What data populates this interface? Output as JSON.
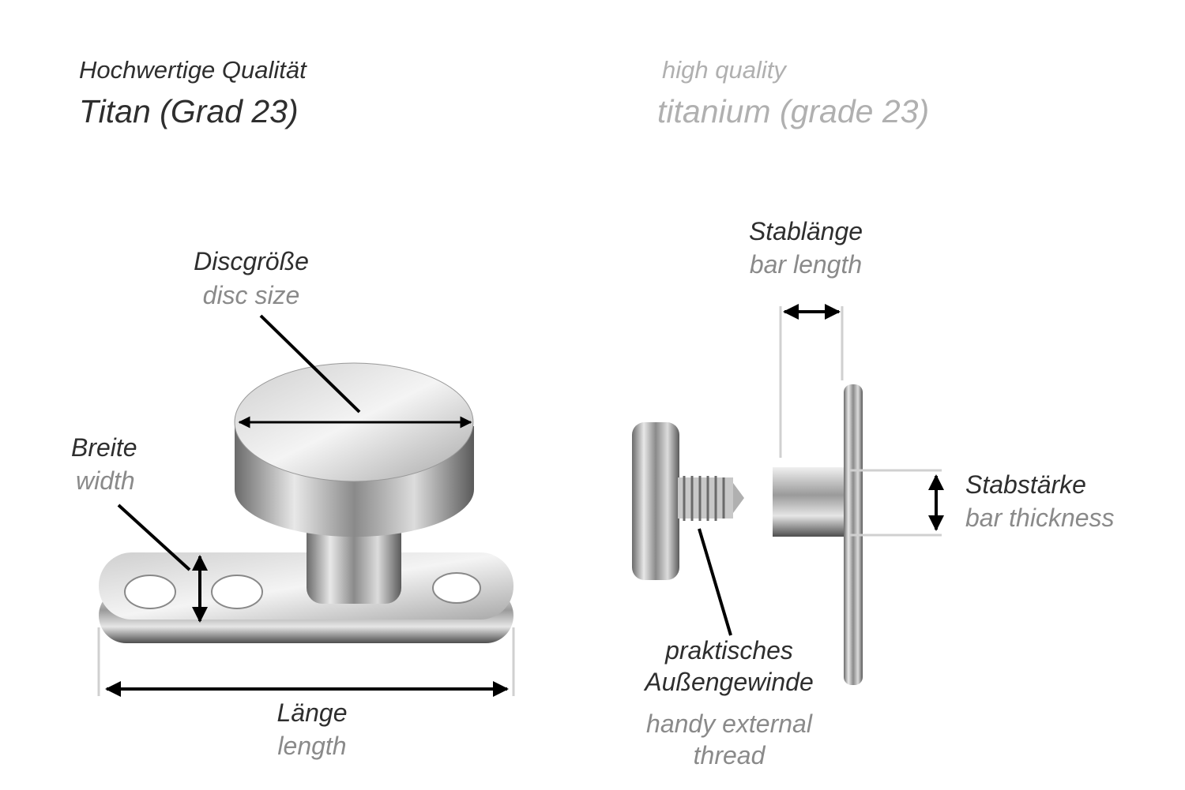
{
  "header": {
    "de_subtitle": "Hochwertige Qualität",
    "de_title": "Titan (Grad 23)",
    "en_subtitle": "high quality",
    "en_title": "titanium (grade 23)"
  },
  "labels": {
    "disc_size": {
      "de": "Discgröße",
      "en": "disc size"
    },
    "width": {
      "de": "Breite",
      "en": "width"
    },
    "length": {
      "de": "Länge",
      "en": "length"
    },
    "bar_length": {
      "de": "Stablänge",
      "en": "bar length"
    },
    "bar_thickness": {
      "de": "Stabstärke",
      "en": "bar thickness"
    },
    "thread": {
      "de_line1": "praktisches",
      "de_line2": "Außengewinde",
      "en_line1": "handy external",
      "en_line2": "thread"
    }
  },
  "colors": {
    "text_dark": "#2e2e2e",
    "text_gray": "#8a8a8a",
    "text_light": "#b0b0b0",
    "guide": "#d0d0d0"
  }
}
